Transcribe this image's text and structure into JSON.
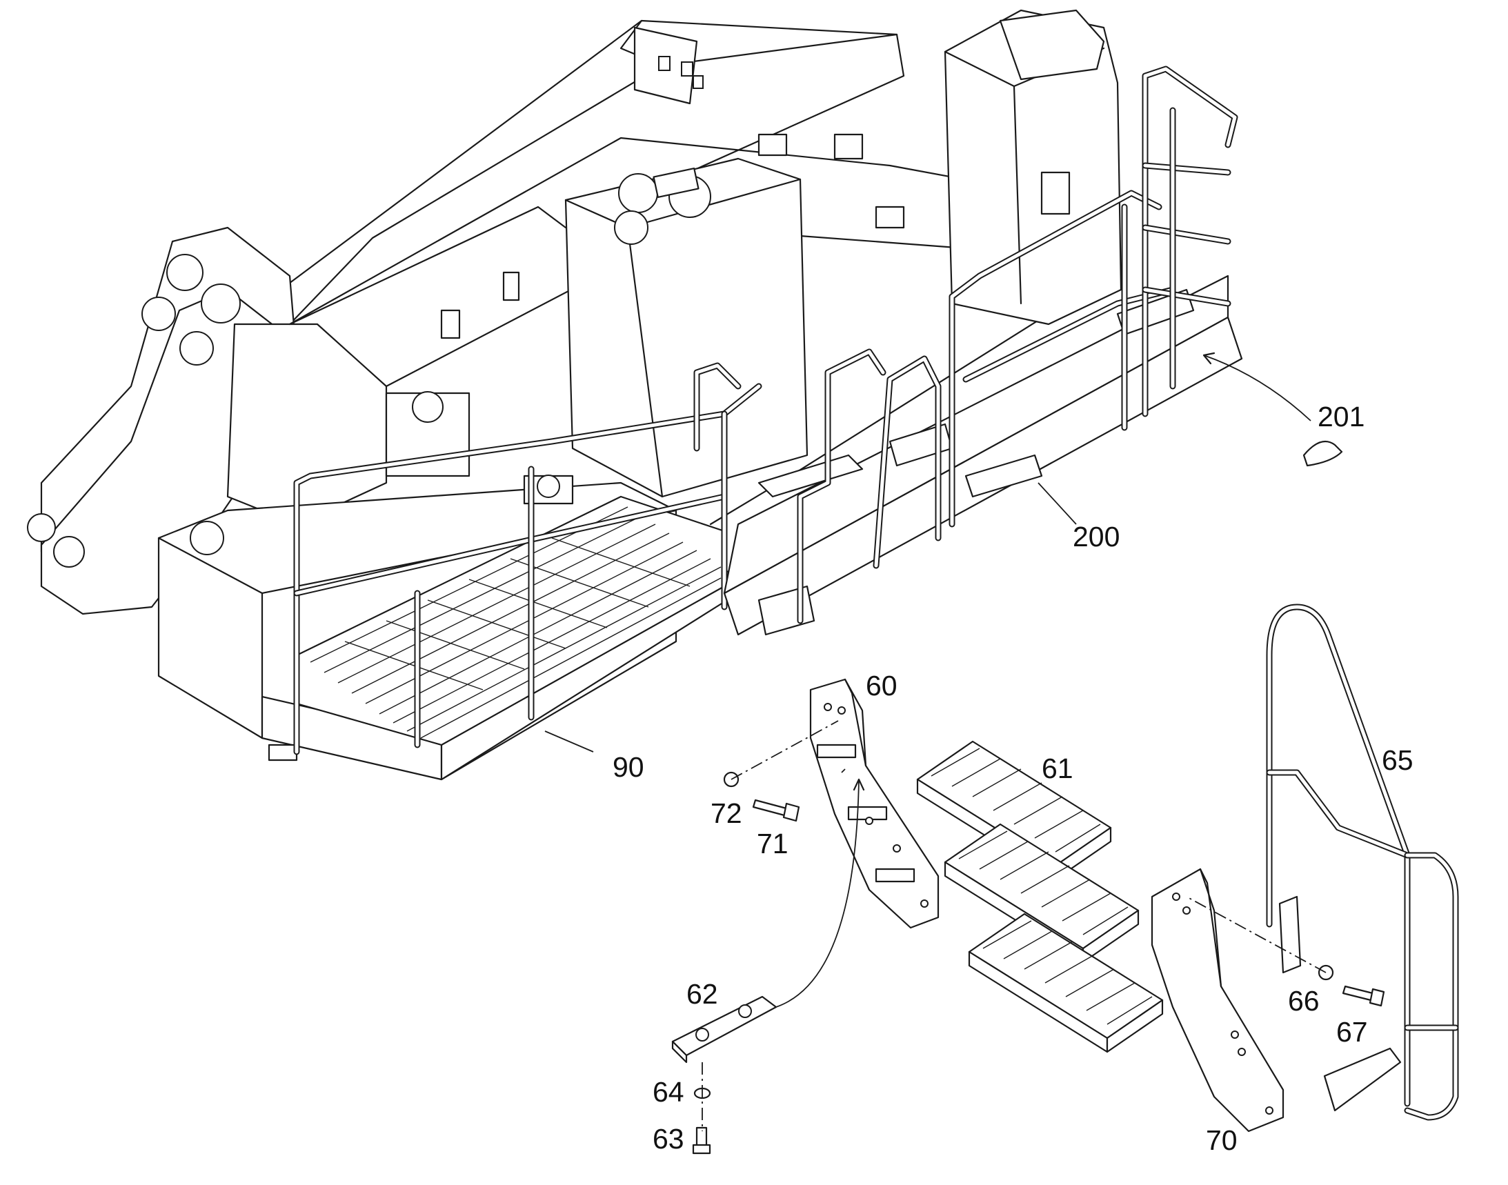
{
  "diagram": {
    "callouts": [
      {
        "id": "c201",
        "text": "201"
      },
      {
        "id": "c200",
        "text": "200"
      },
      {
        "id": "c90",
        "text": "90"
      },
      {
        "id": "c60",
        "text": "60"
      },
      {
        "id": "c61",
        "text": "61"
      },
      {
        "id": "c65",
        "text": "65"
      },
      {
        "id": "c72",
        "text": "72"
      },
      {
        "id": "c71",
        "text": "71"
      },
      {
        "id": "c62",
        "text": "62"
      },
      {
        "id": "c64",
        "text": "64"
      },
      {
        "id": "c63",
        "text": "63"
      },
      {
        "id": "c66",
        "text": "66"
      },
      {
        "id": "c67",
        "text": "67"
      },
      {
        "id": "c70",
        "text": "70"
      }
    ]
  }
}
